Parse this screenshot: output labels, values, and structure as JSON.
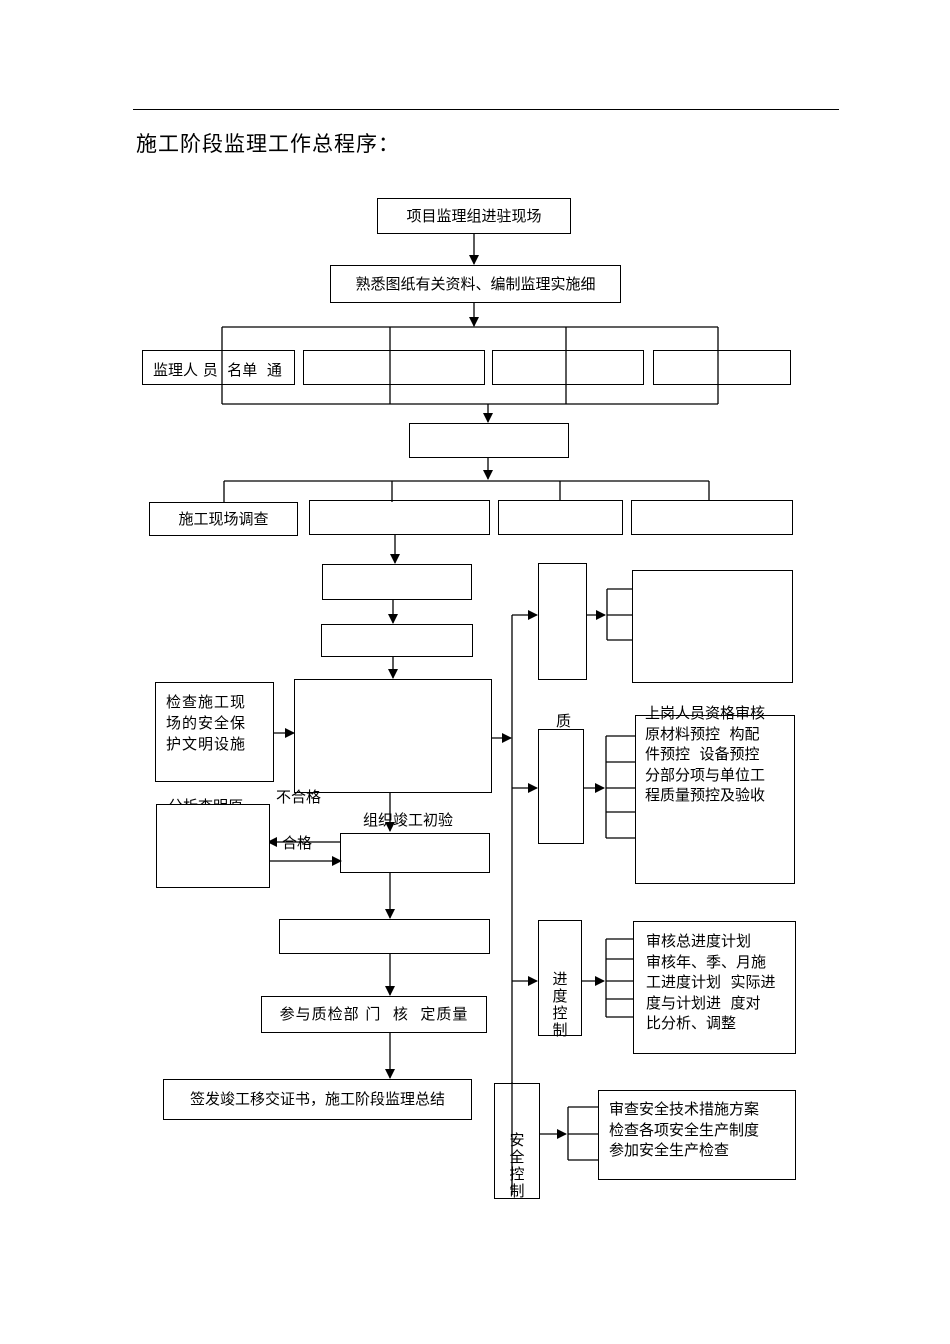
{
  "page_title": "施工阶段监理工作总程序：",
  "flow": {
    "step_enter_site": "项目监理组进驻现场",
    "step_familiarize": "熟悉图纸有关资料、编制监理实施细",
    "row1_box1": "监理人 员  名单  通",
    "site_survey": "施工现场调查",
    "check_safety": "检查施工现\n场的安全保\n护文明设施",
    "unqualified": "不合格",
    "analyze_partial": "分析查明原",
    "organize_inspection": "组织竣工初验",
    "qualified": "合格",
    "participate_quality": "参与质检部 门  核  定质量",
    "issue_certificate": "签发竣工移交证书，施工阶段监理总结"
  },
  "control": {
    "quality_label": "质",
    "quality_items": "上岗人员资格审核\n原材料预控  构配\n件预控  设备预控\n分部分项与单位工\n程质量预控及验收",
    "progress_label": [
      "进",
      "度",
      "控",
      "制"
    ],
    "progress_items": "审核总进度计划\n审核年、季、月施\n工进度计划  实际进\n度与计划进  度对\n比分析、调整",
    "safety_label": [
      "安",
      "全",
      "控",
      "制"
    ],
    "safety_items": "审查安全技术措施方案\n检查各项安全生产制度\n参加安全生产检查"
  }
}
